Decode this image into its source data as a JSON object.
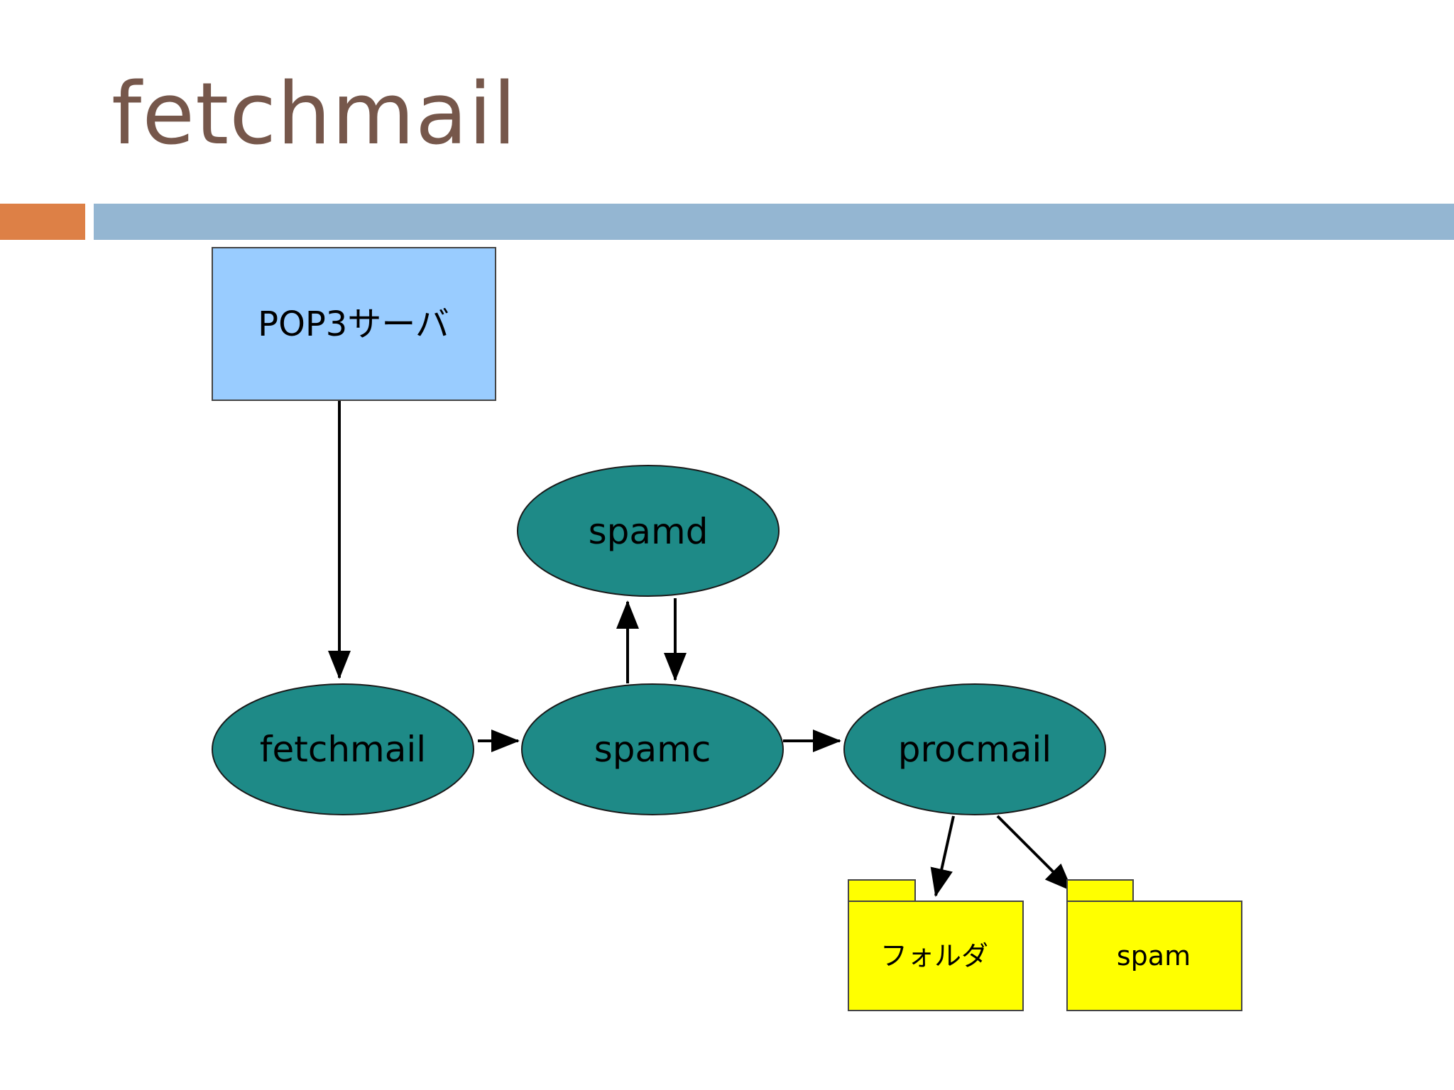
{
  "slide": {
    "title": "fetchmail"
  },
  "diagram": {
    "nodes": {
      "pop3": {
        "label": "POP3サーバ",
        "shape": "box",
        "color": "#99CCFF"
      },
      "fetchmail": {
        "label": "fetchmail",
        "shape": "ellipse",
        "color": "#1E8A87"
      },
      "spamd": {
        "label": "spamd",
        "shape": "ellipse",
        "color": "#1E8A87"
      },
      "spamc": {
        "label": "spamc",
        "shape": "ellipse",
        "color": "#1E8A87"
      },
      "procmail": {
        "label": "procmail",
        "shape": "ellipse",
        "color": "#1E8A87"
      },
      "folder": {
        "label": "フォルダ",
        "shape": "folder",
        "color": "#FFFF00"
      },
      "spam": {
        "label": "spam",
        "shape": "folder",
        "color": "#FFFF00"
      }
    },
    "edges": [
      {
        "from": "pop3",
        "to": "fetchmail"
      },
      {
        "from": "fetchmail",
        "to": "spamc"
      },
      {
        "from": "spamc",
        "to": "spamd"
      },
      {
        "from": "spamd",
        "to": "spamc"
      },
      {
        "from": "spamc",
        "to": "procmail"
      },
      {
        "from": "procmail",
        "to": "folder"
      },
      {
        "from": "procmail",
        "to": "spam"
      }
    ]
  },
  "colors": {
    "title": "#76574B",
    "accent_orange": "#DD8046",
    "accent_blue": "#94B6D2",
    "edge": "#000000"
  }
}
